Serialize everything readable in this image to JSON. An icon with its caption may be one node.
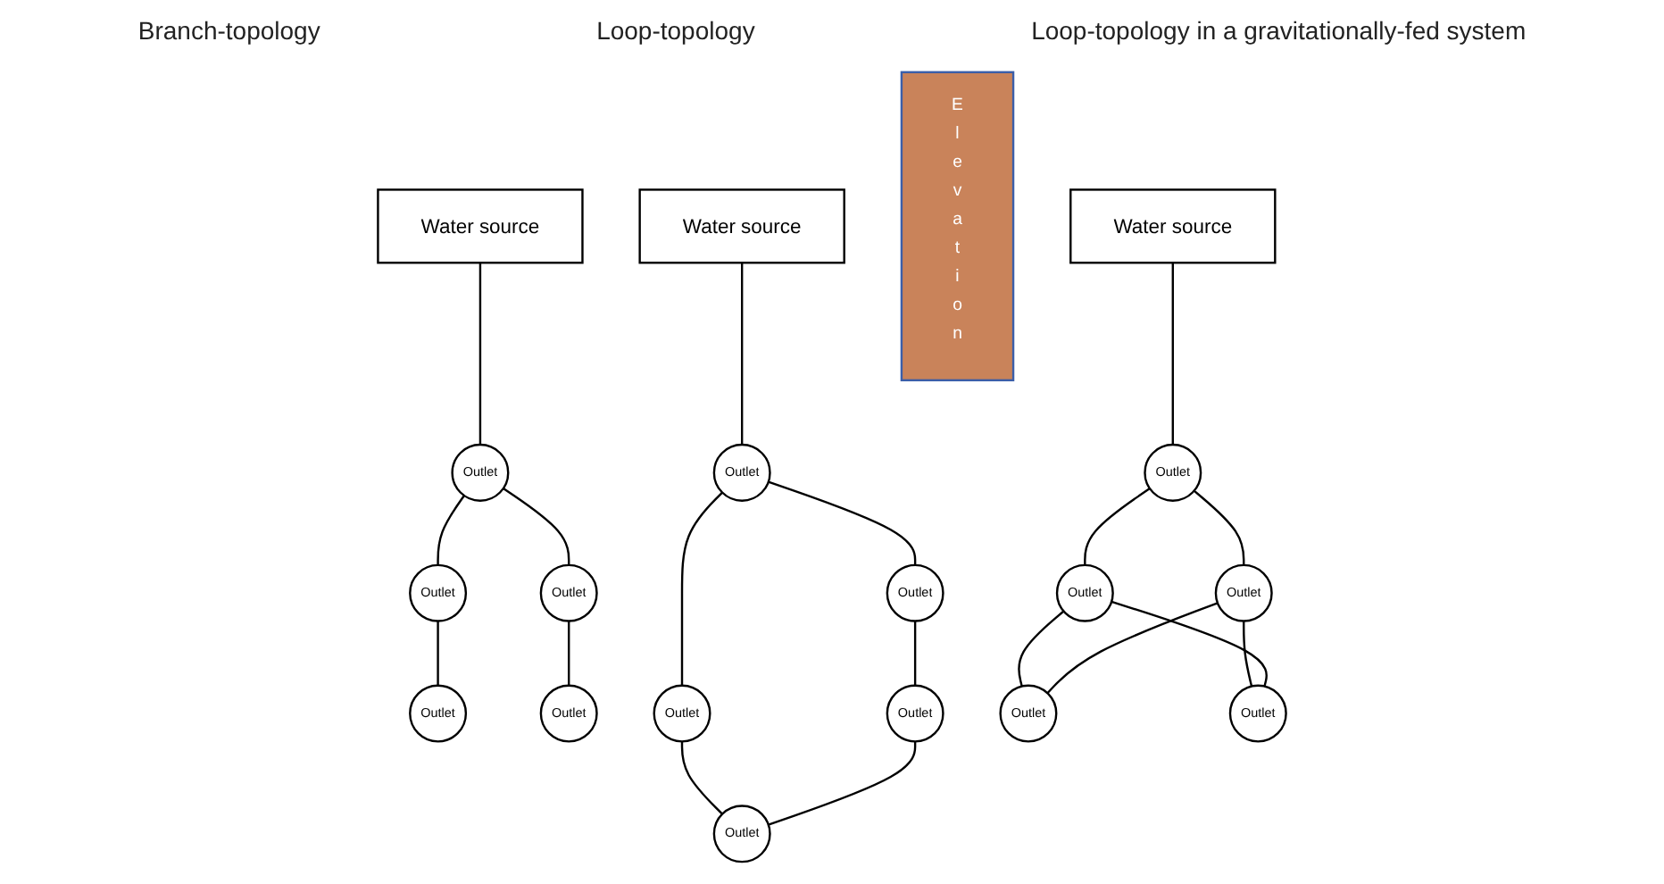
{
  "diagram": {
    "nodes": [
      {
        "text": [
          "Water source"
        ]
      },
      {
        "text": [
          "Outlet"
        ]
      },
      {
        "text": [
          "Outlet"
        ]
      },
      {
        "text": [
          "Outlet"
        ]
      },
      {
        "text": [
          "Outlet"
        ]
      },
      {
        "text": [
          "Outlet"
        ]
      },
      {
        "text": [
          "Water source"
        ]
      },
      {
        "text": [
          "Outlet"
        ]
      },
      {
        "text": [
          "Outlet"
        ]
      },
      {
        "text": [
          "Outlet"
        ]
      },
      {
        "text": [
          "Outlet"
        ]
      },
      {
        "text": [
          "Outlet"
        ]
      },
      {
        "text": [
          "Elevation"
        ]
      },
      {
        "text": [
          "Water source"
        ]
      },
      {
        "text": [
          "Outlet"
        ]
      },
      {
        "text": [
          "Outlet"
        ]
      },
      {
        "text": [
          "Outlet"
        ]
      },
      {
        "text": [
          "Outlet"
        ]
      },
      {
        "text": [
          "Outlet"
        ]
      }
    ],
    "edges": [
      {
        "from": 0,
        "to": 1,
        "arrow": "none"
      },
      {
        "from": 1,
        "to": 2,
        "arrow": "none"
      },
      {
        "from": 1,
        "to": 3,
        "arrow": "none"
      },
      {
        "from": 2,
        "to": 4,
        "arrow": "none"
      },
      {
        "from": 3,
        "to": 5,
        "arrow": "none"
      },
      {
        "from": 6,
        "to": 7,
        "arrow": "none"
      },
      {
        "from": 7,
        "to": 8,
        "arrow": "none"
      },
      {
        "from": 7,
        "to": 9,
        "arrow": "none"
      },
      {
        "from": 8,
        "to": 10,
        "arrow": "none"
      },
      {
        "from": 9,
        "to": 11,
        "arrow": "none"
      },
      {
        "from": 10,
        "to": 11,
        "arrow": "none"
      },
      {
        "from": 13,
        "to": 14,
        "arrow": "none"
      },
      {
        "from": 14,
        "to": 15,
        "arrow": "none"
      },
      {
        "from": 14,
        "to": 16,
        "arrow": "none"
      },
      {
        "from": 15,
        "to": 17,
        "arrow": "none"
      },
      {
        "from": 16,
        "to": 18,
        "arrow": "none"
      },
      {
        "from": 15,
        "to": 18,
        "arrow": "none"
      },
      {
        "from": 16,
        "to": 17,
        "arrow": "none"
      }
    ],
    "labels": [
      "Branch-topology",
      "Loop-topology",
      "Loop-topology in a gravitationally-fed system"
    ]
  }
}
